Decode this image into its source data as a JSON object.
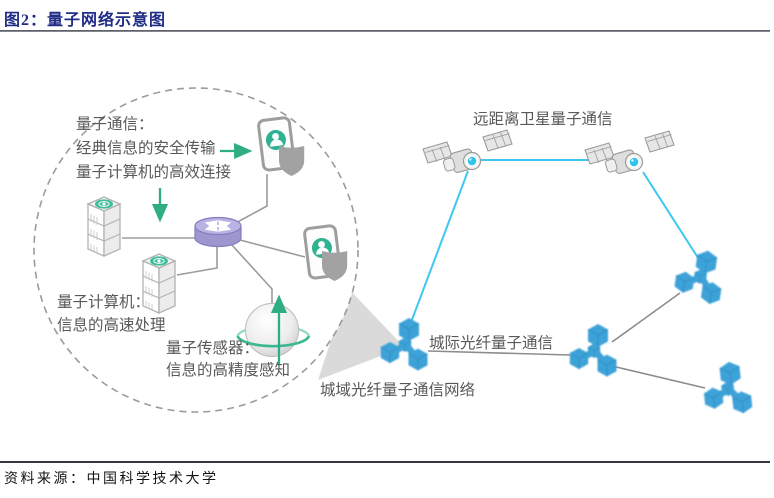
{
  "figure": {
    "number_title": "图2：量子网络示意图",
    "source": "资料来源：中国科学技术大学"
  },
  "labels": {
    "comm": {
      "l1": "量子通信：",
      "l2": "经典信息的安全传输",
      "l3": "量子计算机的高效连接"
    },
    "computer": {
      "l1": "量子计算机：",
      "l2": "信息的高速处理"
    },
    "sensor": {
      "l1": "量子传感器：",
      "l2": "信息的高精度感知"
    },
    "satellite": "远距离卫星量子通信",
    "intercity": "城际光纤量子通信",
    "metro": "城域光纤量子通信网络"
  },
  "icons": {
    "server": "server-tower-icon",
    "router": "router-icon",
    "phone": "smartphone-user-icon",
    "shield": "shield-icon",
    "sensor": "gyroscope-sensor-icon",
    "satellite": "satellite-icon",
    "city_node": "city-cluster-node-icon"
  },
  "colors": {
    "title_text": "#202C86",
    "label_text": "#595959",
    "teal_accent": "#2FAE85",
    "cyan_link": "#3EC7EF",
    "purple_router": "#9D97CF",
    "node_blue": "#3DA2D8",
    "gray_link": "#8C8C8C"
  }
}
